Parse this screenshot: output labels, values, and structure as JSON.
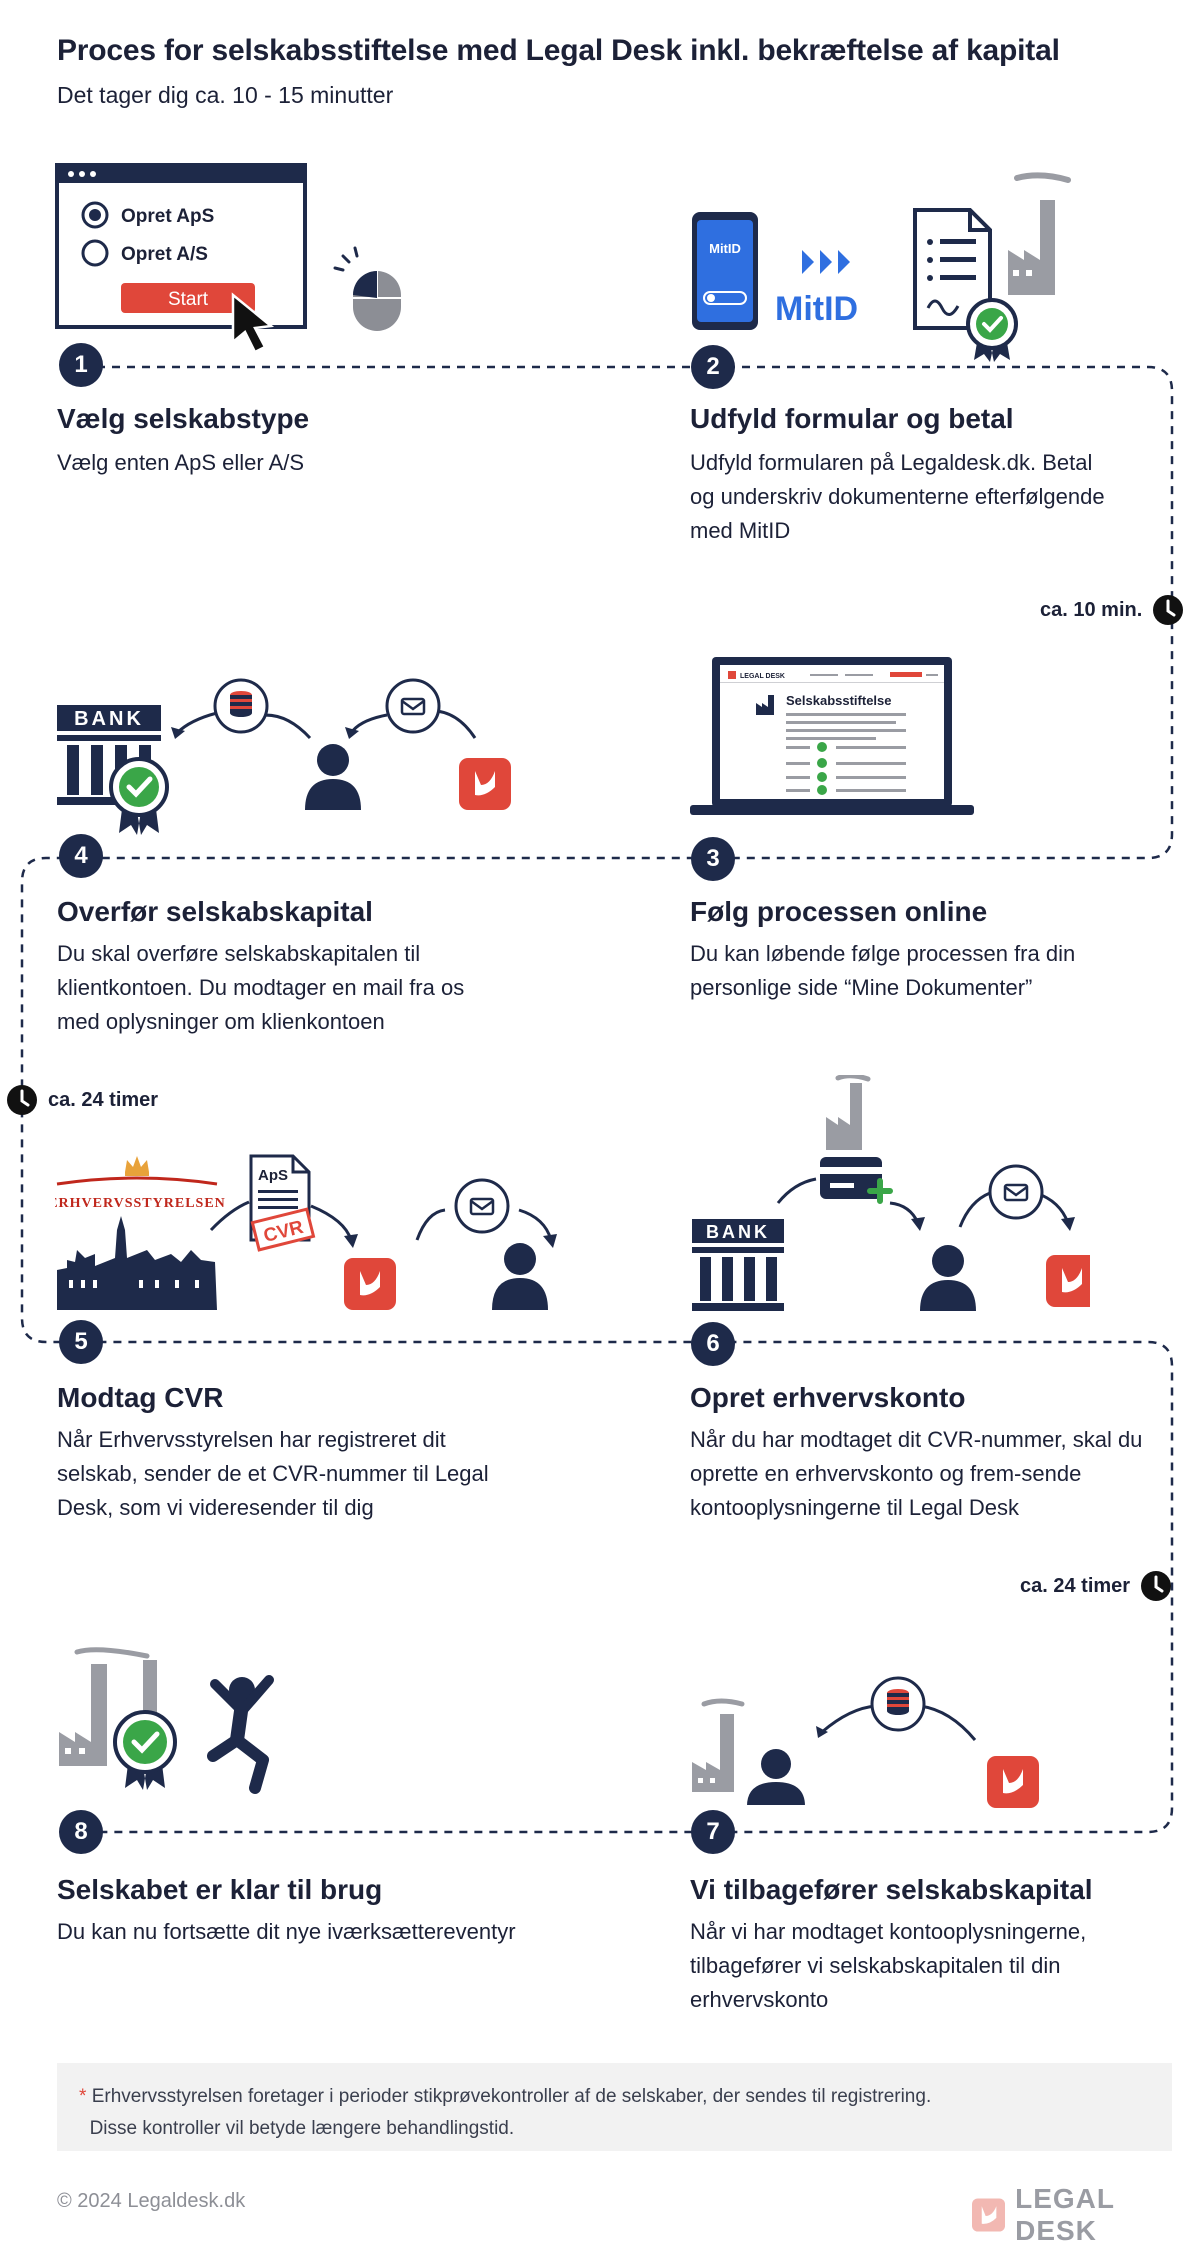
{
  "title": "Proces for selskabsstiftelse med Legal Desk inkl. bekræftelse af kapital",
  "subtitle": "Det tager dig ca. 10 - 15 minutter",
  "colors": {
    "navy": "#1e2a4a",
    "red": "#e0473a",
    "green": "#3aa648",
    "grey": "#9a9ca3",
    "mitid_blue": "#2f6fe0"
  },
  "steps": [
    {
      "number": "1",
      "title": "Vælg selskabstype",
      "desc": "Vælg enten ApS eller A/S"
    },
    {
      "number": "2",
      "title": "Udfyld formular og betal",
      "desc": "Udfyld formularen på Legaldesk.dk. Betal og underskriv dokumenterne efterfølgende med MitID"
    },
    {
      "number": "3",
      "title": "Følg processen online",
      "desc": "Du kan løbende følge processen fra din personlige side “Mine Dokumenter”"
    },
    {
      "number": "4",
      "title": "Overfør selskabskapital",
      "desc": "Du skal overføre selskabskapitalen til klientkontoen. Du modtager en mail fra os med oplysninger om klienkontoen"
    },
    {
      "number": "5",
      "title": "Modtag CVR",
      "desc": "Når Erhvervsstyrelsen har registreret dit selskab, sender de et CVR-nummer til Legal Desk, som vi videresender til dig"
    },
    {
      "number": "6",
      "title": "Opret erhvervskonto",
      "desc": "Når du har modtaget dit CVR-nummer, skal du oprette en erhvervskonto og frem-sende kontooplysningerne til Legal Desk"
    },
    {
      "number": "7",
      "title": "Vi tilbagefører selskabskapital",
      "desc": "Når vi har modtaget kontooplysningerne, tilbagefører vi selskabskapitalen til din erhvervskonto"
    },
    {
      "number": "8",
      "title": "Selskabet er klar til brug",
      "desc": "Du kan nu fortsætte dit nye iværksættereventyr"
    }
  ],
  "timers": [
    {
      "label": "ca. 10 min."
    },
    {
      "label": "ca. 24 timer"
    },
    {
      "label": "ca. 24 timer"
    }
  ],
  "illustrations": {
    "step1": {
      "option_aps": "Opret ApS",
      "option_as": "Opret A/S",
      "start_button": "Start"
    },
    "step2": {
      "phone_brand": "MitID",
      "mitid_logo": "MitID"
    },
    "step3": {
      "screen_heading": "Selskabsstiftelse",
      "screen_brand": "LEGAL DESK"
    },
    "step4": {
      "bank_label": "BANK"
    },
    "step5": {
      "agency_name": "ERHVERVSSTYRELSEN",
      "doc_label": "ApS",
      "stamp_label": "CVR"
    },
    "step6": {
      "bank_label": "BANK"
    }
  },
  "note": {
    "marker": "*",
    "line1": "Erhvervsstyrelsen foretager i perioder stikprøvekontroller af de selskaber, der sendes til registrering.",
    "line2": "Disse kontroller vil betyde længere behandlingstid."
  },
  "footer": {
    "copyright": "© 2024 Legaldesk.dk",
    "logo_text": "LEGAL DESK"
  }
}
